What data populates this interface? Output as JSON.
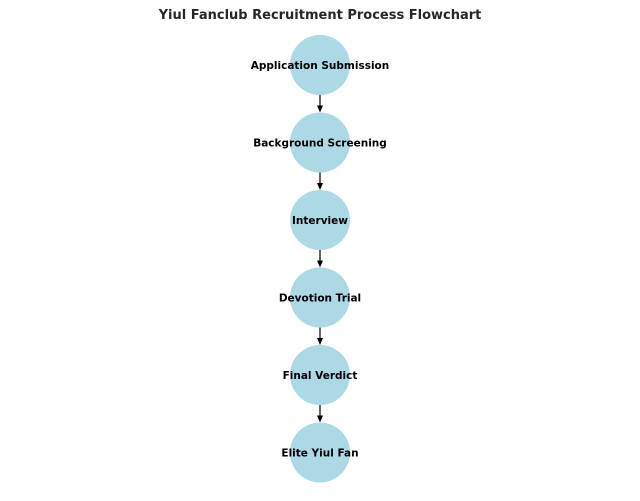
{
  "title": "Yiul Fanclub Recruitment Process Flowchart",
  "colors": {
    "node_fill": "#add8e6",
    "edge": "#000000",
    "title": "#262626"
  },
  "nodes": [
    {
      "id": "application-submission",
      "label": "Application Submission"
    },
    {
      "id": "background-screening",
      "label": "Background Screening"
    },
    {
      "id": "interview",
      "label": "Interview"
    },
    {
      "id": "devotion-trial",
      "label": "Devotion Trial"
    },
    {
      "id": "final-verdict",
      "label": "Final Verdict"
    },
    {
      "id": "elite-yiul-fan",
      "label": "Elite Yiul Fan"
    }
  ],
  "edges": [
    {
      "from": "application-submission",
      "to": "background-screening"
    },
    {
      "from": "background-screening",
      "to": "interview"
    },
    {
      "from": "interview",
      "to": "devotion-trial"
    },
    {
      "from": "devotion-trial",
      "to": "final-verdict"
    },
    {
      "from": "final-verdict",
      "to": "elite-yiul-fan"
    }
  ]
}
